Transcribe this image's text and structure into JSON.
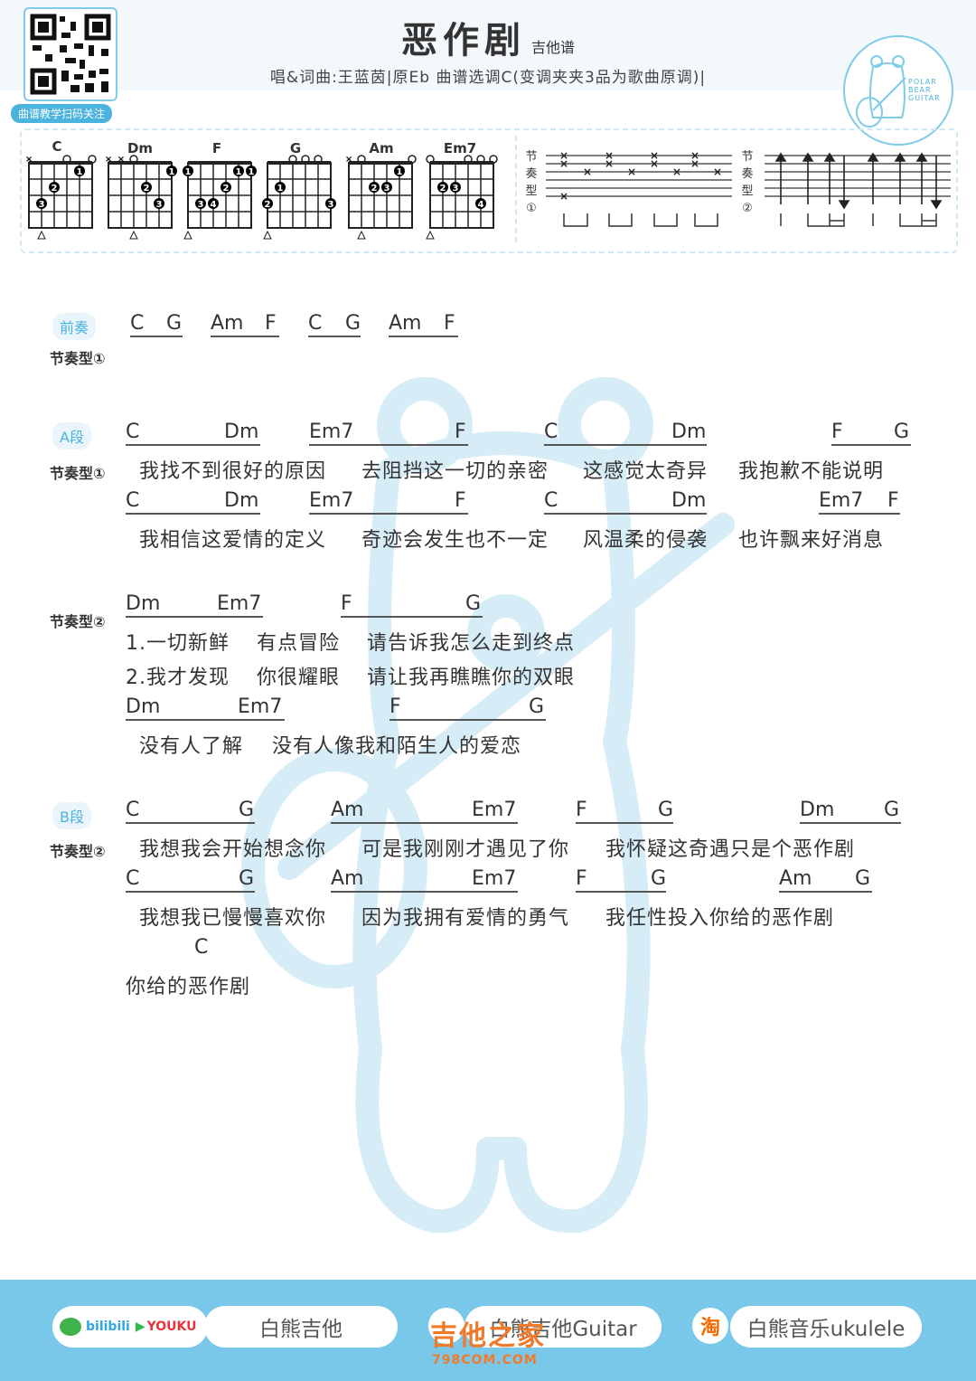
{
  "header": {
    "title": "恶作剧",
    "subtitle": "吉他谱",
    "credits": "唱&词曲:王蓝茵|原Eb 曲谱选调C(变调夹夹3品为歌曲原调)|",
    "qr_caption": "曲谱教学扫码关注",
    "logo_lines": [
      "POLAR",
      "BEAR",
      "GUITAR"
    ]
  },
  "chord_charts": [
    "C",
    "Dm",
    "F",
    "G",
    "Am",
    "Em7"
  ],
  "rhythm_patterns": {
    "p1_label": [
      "节",
      "奏",
      "型",
      "①"
    ],
    "p2_label": [
      "节",
      "奏",
      "型",
      "②"
    ]
  },
  "sections": {
    "intro": {
      "tag": "前奏",
      "pattern": "节奏型①",
      "chords": [
        "C",
        "G",
        "Am",
        "F",
        "C",
        "G",
        "Am",
        "F"
      ]
    },
    "a": {
      "tag": "A段",
      "pattern": "节奏型①",
      "lines": [
        {
          "chords": [
            "C",
            "Dm",
            "Em7",
            "F",
            "C",
            "Dm",
            "F",
            "G"
          ],
          "lyrics": [
            "我找不到很好的原因",
            "去阻挡这一切的亲密",
            "这感觉太奇异",
            "我抱歉不能说明"
          ]
        },
        {
          "chords": [
            "C",
            "Dm",
            "Em7",
            "F",
            "C",
            "Dm",
            "Em7",
            "F"
          ],
          "lyrics": [
            "我相信这爱情的定义",
            "奇迹会发生也不一定",
            "风温柔的侵袭",
            "也许飘来好消息"
          ]
        }
      ]
    },
    "pre": {
      "pattern": "节奏型②",
      "lines": [
        {
          "chords": [
            "Dm",
            "Em7",
            "F",
            "G"
          ],
          "lyrics1": [
            "1.一切新鲜",
            "有点冒险",
            "请告诉我怎么走到终点"
          ],
          "lyrics2": [
            "2.我才发现",
            "你很耀眼",
            "请让我再瞧瞧你的双眼"
          ]
        },
        {
          "chords": [
            "Dm",
            "Em7",
            "F",
            "G"
          ],
          "lyrics": [
            "没有人了解",
            "没有人像我和陌生人的爱恋"
          ]
        }
      ]
    },
    "b": {
      "tag": "B段",
      "pattern": "节奏型②",
      "lines": [
        {
          "chords": [
            "C",
            "G",
            "Am",
            "Em7",
            "F",
            "G",
            "Dm",
            "G"
          ],
          "lyrics": [
            "我想我会开始想念你",
            "可是我刚刚才遇见了你",
            "我怀疑这奇遇只是个恶作剧"
          ]
        },
        {
          "chords": [
            "C",
            "G",
            "Am",
            "Em7",
            "F",
            "G",
            "Am",
            "G"
          ],
          "lyrics": [
            "我想我已慢慢喜欢你",
            "因为我拥有爱情的勇气",
            "我任性投入你给的恶作剧"
          ]
        },
        {
          "chords": [
            "C"
          ],
          "lyrics": [
            "你给的恶作剧"
          ]
        }
      ]
    }
  },
  "footer": {
    "platforms": "bilibili YOUKU",
    "bilibili": "bilibili",
    "youku": "YOUKU",
    "name1": "白熊吉他",
    "name2": "白熊吉他Guitar",
    "taobao_icon": "淘",
    "name3": "白熊音乐ukulele",
    "watermark": "吉他之家",
    "watermark_sub": "798COM.COM"
  },
  "colors": {
    "accent": "#4ab3de",
    "footer": "#79c8ea",
    "watermark": "#f07a2a"
  }
}
